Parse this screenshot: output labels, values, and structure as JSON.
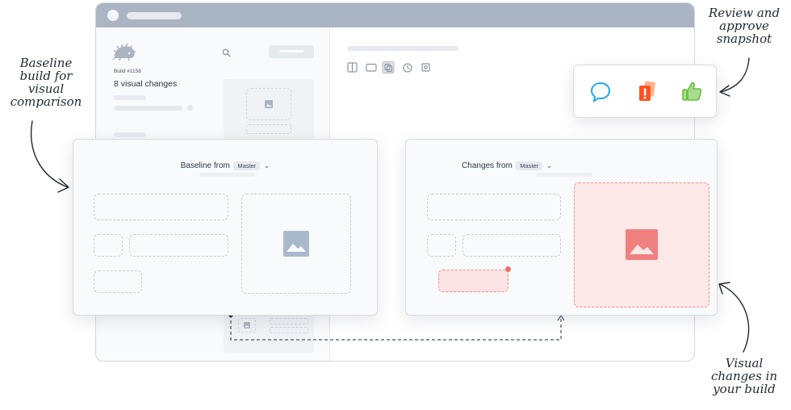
{
  "app": {
    "build_label": "Build #1158",
    "changes_label": "8 visual changes"
  },
  "baseline_panel": {
    "title": "Baseline from",
    "branch": "Master"
  },
  "changes_panel": {
    "title": "Changes from",
    "branch": "Master"
  },
  "annotations": {
    "baseline": [
      "Baseline",
      "build for",
      "visual",
      "comparison"
    ],
    "review": [
      "Review and",
      "approve",
      "snapshot"
    ],
    "changes": [
      "Visual",
      "changes in",
      "your build"
    ]
  },
  "icons": {
    "comment": "speech-bubble-icon",
    "deny": "exclamation-cards-icon",
    "approve": "thumbs-up-icon"
  },
  "colors": {
    "comment": "#1ea7fd",
    "deny": "#fc521f",
    "approve": "#66bf3c",
    "diff": "#f48e8e",
    "diff_bg": "#fde8e8",
    "placeholder_image": "#aab8cc"
  }
}
